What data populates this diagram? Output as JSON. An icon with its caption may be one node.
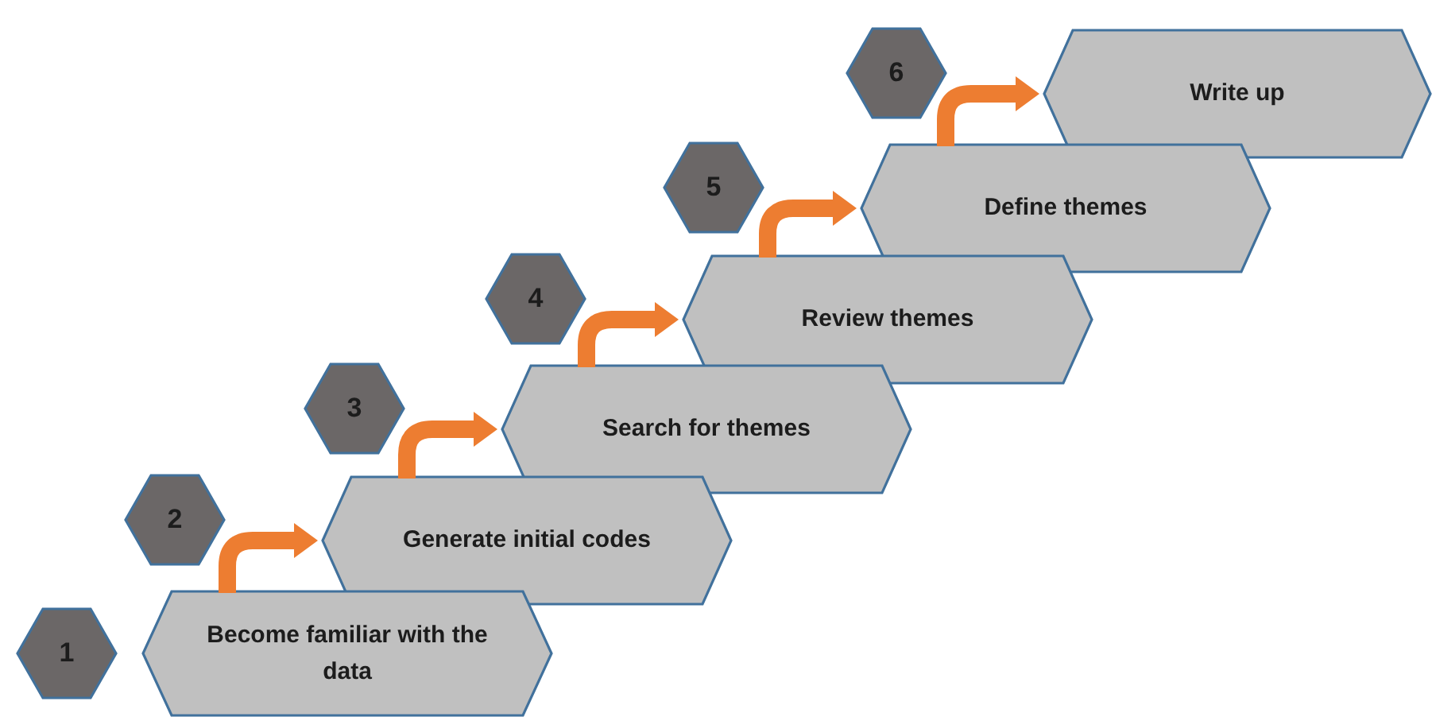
{
  "diagram": {
    "nodes": [
      {
        "text": [
          "1"
        ]
      },
      {
        "text": [
          "Become familiar with the data"
        ]
      },
      {
        "text": [
          "2"
        ]
      },
      {
        "text": [
          "Generate initial codes"
        ]
      },
      {
        "text": [
          "3"
        ]
      },
      {
        "text": [
          "Search for themes"
        ]
      },
      {
        "text": [
          "4"
        ]
      },
      {
        "text": [
          "Review themes"
        ]
      },
      {
        "text": [
          "5"
        ]
      },
      {
        "text": [
          "Define themes"
        ]
      },
      {
        "text": [
          "6"
        ]
      },
      {
        "text": [
          "Write up"
        ]
      }
    ],
    "edges": [
      {
        "from": 1,
        "to": 3,
        "arrow": "to"
      },
      {
        "from": 3,
        "to": 5,
        "arrow": "to"
      },
      {
        "from": 5,
        "to": 7,
        "arrow": "to"
      },
      {
        "from": 7,
        "to": 9,
        "arrow": "to"
      },
      {
        "from": 9,
        "to": 11,
        "arrow": "to"
      }
    ]
  }
}
